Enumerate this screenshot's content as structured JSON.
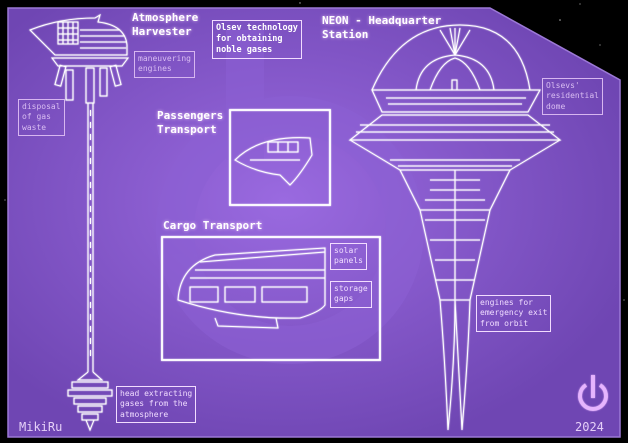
{
  "titles": {
    "harvester": "Atmosphere\nHarvester",
    "station": "NEON - Headquarter\nStation",
    "passengers": "Passengers\nTransport",
    "cargo": "Cargo Transport"
  },
  "notes": {
    "olsev_tech": "Olsev technology\nfor obtaining\nnoble gases",
    "maneuvering": "maneuvering\nengines",
    "disposal": "disposal\nof gas\nwaste",
    "head": "head extracting\ngases from the\natmosphere",
    "residential": "Olsevs'\nresidential\ndome",
    "solar": "solar\npanels",
    "storage": "storage\ngaps",
    "emergency": "engines for\nemergency exit\nfrom orbit"
  },
  "signature": "MikiRu",
  "year": "2024",
  "colors": {
    "panel": "#7c52c4",
    "line": "#ffffff",
    "background": "#000000"
  }
}
